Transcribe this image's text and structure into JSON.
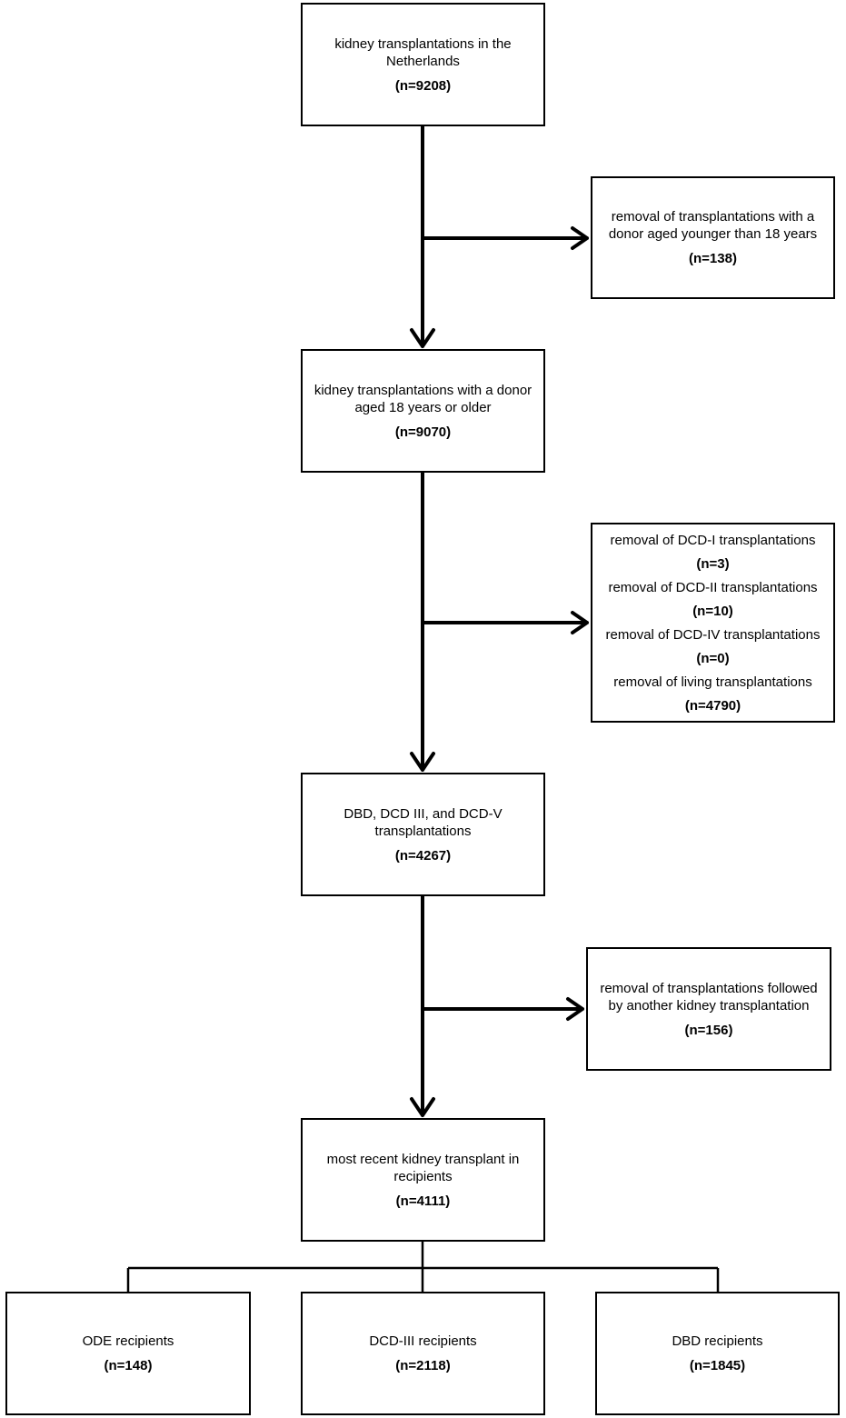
{
  "boxes": {
    "b1": {
      "text": "kidney transplantations in the Netherlands",
      "count": "(n=9208)"
    },
    "e1": {
      "text": "removal of transplantations with a donor aged younger than 18 years",
      "count": "(n=138)"
    },
    "b2": {
      "text": "kidney transplantations with a donor aged 18 years or older",
      "count": "(n=9070)"
    },
    "e2": {
      "items": [
        {
          "text": "removal of DCD-I transplantations",
          "count": "(n=3)"
        },
        {
          "text": "removal of DCD-II transplantations",
          "count": "(n=10)"
        },
        {
          "text": "removal of DCD-IV transplantations",
          "count": "(n=0)"
        },
        {
          "text": "removal of living transplantations",
          "count": "(n=4790)"
        }
      ]
    },
    "b3": {
      "text": "DBD, DCD III, and DCD-V transplantations",
      "count": "(n=4267)"
    },
    "e3": {
      "text": "removal of transplantations followed by another kidney transplantation",
      "count": "(n=156)"
    },
    "b4": {
      "text": "most recent kidney transplant in recipients",
      "count": "(n=4111)"
    },
    "r1": {
      "text": "ODE recipients",
      "count": "(n=148)"
    },
    "r2": {
      "text": "DCD-III recipients",
      "count": "(n=2118)"
    },
    "r3": {
      "text": "DBD recipients",
      "count": "(n=1845)"
    }
  }
}
